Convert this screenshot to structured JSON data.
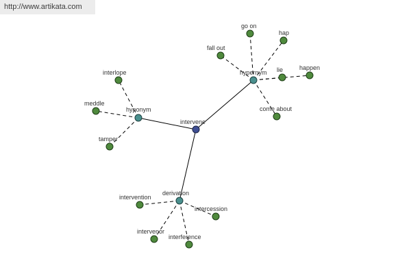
{
  "banner": {
    "url_text": "http://www.artikata.com"
  },
  "graph": {
    "root": "intervene",
    "relations": {
      "hyponym": {
        "label": "hyponym",
        "words": [
          "interlope",
          "meddle",
          "tamper"
        ]
      },
      "hypernym": {
        "label": "hypernym",
        "words": [
          "go on",
          "hap",
          "fall out",
          "lie",
          "happen",
          "come about"
        ]
      },
      "derivation": {
        "label": "derivation",
        "words": [
          "intervention",
          "intercession",
          "intervenor",
          "interference"
        ]
      }
    }
  },
  "colors": {
    "leaf": "#4f8a3d",
    "relation": "#4a908e",
    "root": "#3f4f93",
    "banner_bg": "#ececec"
  }
}
